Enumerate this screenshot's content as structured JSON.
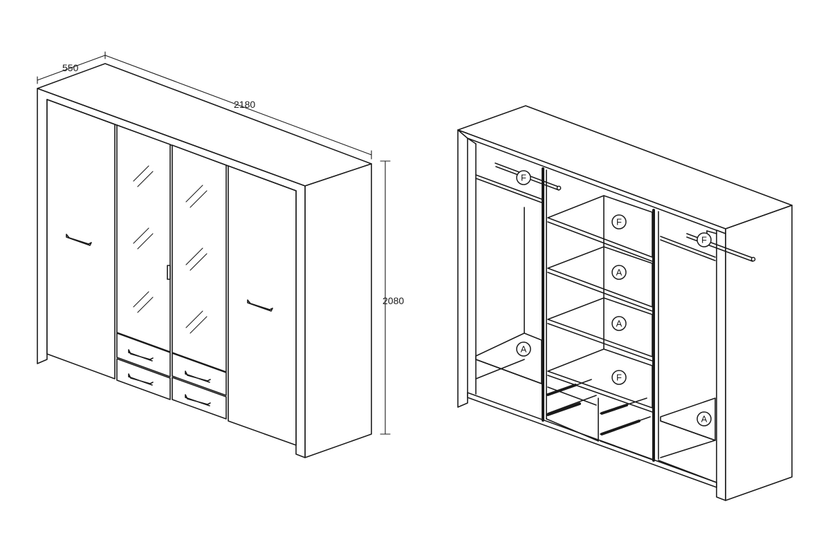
{
  "dimensions": {
    "depth": "550",
    "width": "2180",
    "height": "2080"
  },
  "interior_labels": {
    "rail_left": "F",
    "rail_right": "F",
    "shelf_left": "A",
    "shelf_center_top": "F",
    "shelf_center_2": "A",
    "shelf_center_3": "A",
    "shelf_center_4": "F",
    "shelf_right_bottom": "A"
  },
  "colors": {
    "line": "#1a1a1a",
    "background": "#ffffff"
  }
}
